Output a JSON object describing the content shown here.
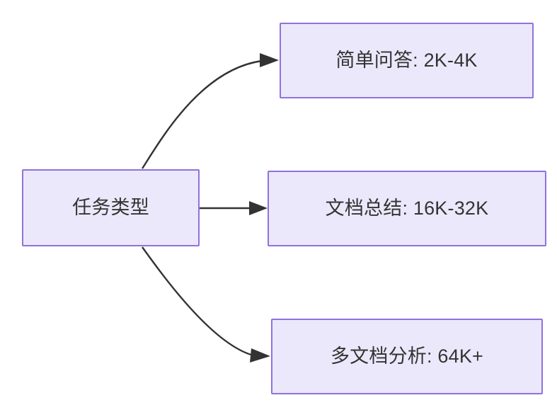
{
  "diagram": {
    "type": "flowchart",
    "direction": "left-to-right",
    "background_color": "#ffffff",
    "node_fill_color": "#ECE8FB",
    "node_border_color": "#9072DC",
    "node_text_color": "#333333",
    "edge_color": "#333333",
    "nodes": [
      {
        "id": "source",
        "label": "任务类型",
        "role": "root"
      },
      {
        "id": "simple-qa",
        "label": "简单问答: 2K-4K",
        "role": "leaf"
      },
      {
        "id": "doc-summary",
        "label": "文档总结: 16K-32K",
        "role": "leaf"
      },
      {
        "id": "multi-doc",
        "label": "多文档分析: 64K+",
        "role": "leaf"
      }
    ],
    "edges": [
      {
        "id": "edge-source-simple-qa",
        "from": "source",
        "to": "simple-qa",
        "shape": "curved",
        "arrow": "arrow-right"
      },
      {
        "id": "edge-source-doc-summary",
        "from": "source",
        "to": "doc-summary",
        "shape": "straight",
        "arrow": "arrow-right"
      },
      {
        "id": "edge-source-multi-doc",
        "from": "source",
        "to": "multi-doc",
        "shape": "curved",
        "arrow": "arrow-right"
      }
    ]
  }
}
